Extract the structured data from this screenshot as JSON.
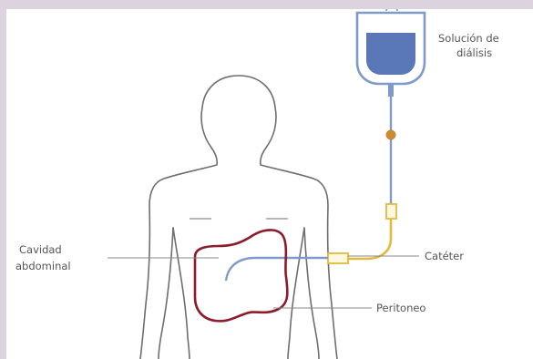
{
  "diagram": {
    "labels": {
      "dialysis_solution_line1": "Solución de",
      "dialysis_solution_line2": "diálisis",
      "abdominal_cavity_line1": "Cavidad",
      "abdominal_cavity_line2": "abdominal",
      "catheter": "Catéter",
      "peritoneum": "Peritoneo"
    },
    "colors": {
      "background_frame": "#ddd3df",
      "body_outline": "#6e6e6e",
      "dialysis_fluid": "#5a78b8",
      "bag_outline": "#7f9ac9",
      "tube_blue": "#7f9ac9",
      "catheter_yellow": "#e2b93b",
      "peritoneum_red": "#8c1c2c",
      "valve_orange": "#c98a33"
    }
  }
}
